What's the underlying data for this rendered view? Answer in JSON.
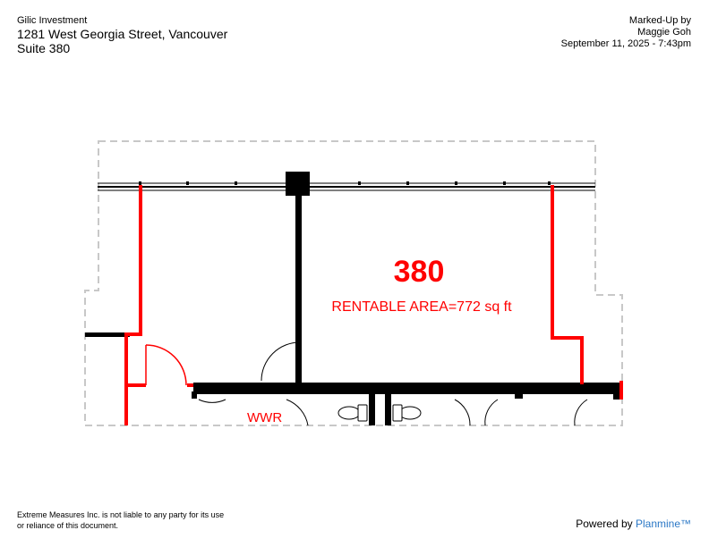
{
  "header": {
    "company": "Gilic Investment",
    "address": "1281 West Georgia Street, Vancouver",
    "suite": "Suite 380",
    "markup_title": "Marked-Up by",
    "markup_author": "Maggie Goh",
    "markup_date": "September 11, 2025 - 7:43pm"
  },
  "plan": {
    "unit_number": "380",
    "rentable_area": "RENTABLE AREA=772 sq ft",
    "room_label": "WWR",
    "colors": {
      "boundary": "#ff0000",
      "walls": "#000000",
      "outline": "#c8c8c8"
    }
  },
  "footer": {
    "disclaimer_line1": "Extreme Measures Inc. is not liable to any party for its use",
    "disclaimer_line2": "or reliance of this document.",
    "powered_by": "Powered by",
    "brand": "Planmine™"
  }
}
